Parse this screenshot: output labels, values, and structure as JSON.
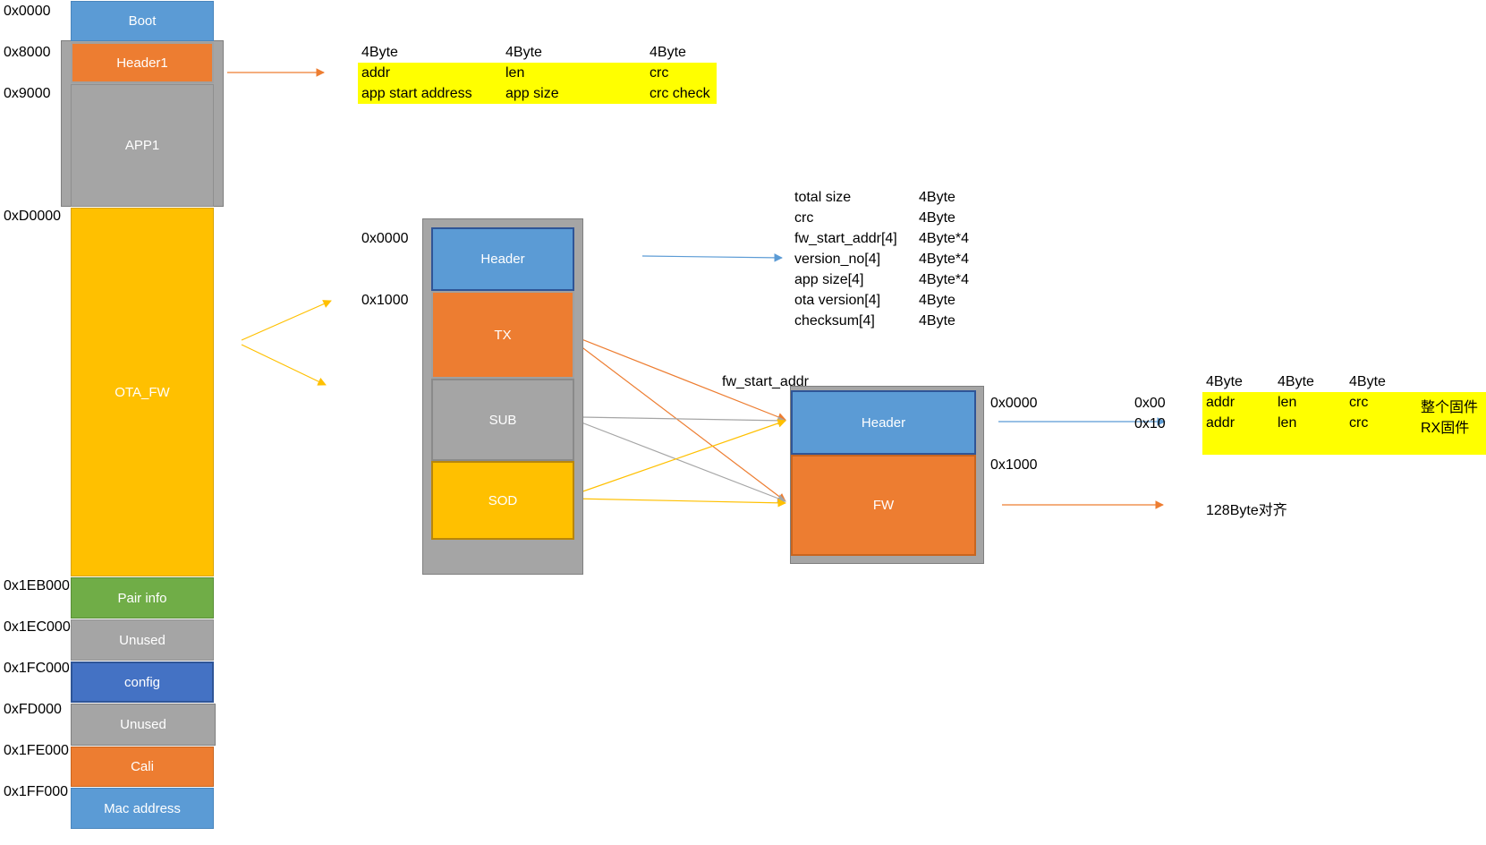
{
  "colors": {
    "blue": "#5b9bd5",
    "orange": "#ed7d31",
    "gray": "#a5a5a5",
    "gold": "#ffc000",
    "green": "#70ad47",
    "darkblue": "#4472c4",
    "yellow_highlight": "#ffff00"
  },
  "memory_map": {
    "addresses": [
      "0x0000",
      "0x8000",
      "0x9000",
      "0xD0000",
      "0x1EB000",
      "0x1EC000",
      "0x1FC000",
      "0xFD000",
      "0x1FE000",
      "0x1FF000"
    ],
    "blocks": {
      "boot": "Boot",
      "header1": "Header1",
      "app1": "APP1",
      "ota_fw": "OTA_FW",
      "pair_info": "Pair info",
      "unused1": "Unused",
      "config": "config",
      "unused2": "Unused",
      "cali": "Cali",
      "mac": "Mac address"
    }
  },
  "header1_table": {
    "sizes": [
      "4Byte",
      "4Byte",
      "4Byte"
    ],
    "fields": [
      "addr",
      "len",
      "crc"
    ],
    "descriptions": [
      "app start address",
      "app size",
      "crc check"
    ]
  },
  "ota_package": {
    "addresses": [
      "0x0000",
      "0x1000"
    ],
    "blocks": {
      "header": "Header",
      "tx": "TX",
      "sub": "SUB",
      "sod": "SOD"
    }
  },
  "ota_header_fields": [
    {
      "name": "total size",
      "size": "4Byte"
    },
    {
      "name": "crc",
      "size": "4Byte"
    },
    {
      "name": "fw_start_addr[4]",
      "size": "4Byte*4"
    },
    {
      "name": "version_no[4]",
      "size": "4Byte*4"
    },
    {
      "name": "app size[4]",
      "size": "4Byte*4"
    },
    {
      "name": "ota version[4]",
      "size": "4Byte"
    },
    {
      "name": "checksum[4]",
      "size": "4Byte"
    }
  ],
  "fw_start_addr_label": "fw_start_addr",
  "fw_image": {
    "addresses": [
      "0x0000",
      "0x1000"
    ],
    "blocks": {
      "header": "Header",
      "fw": "FW"
    }
  },
  "fw_header_table": {
    "offsets": [
      "0x00",
      "0x10"
    ],
    "sizes": [
      "4Byte",
      "4Byte",
      "4Byte"
    ],
    "rows": [
      {
        "addr": "addr",
        "len": "len",
        "crc": "crc",
        "desc": "整个固件"
      },
      {
        "addr": "addr",
        "len": "len",
        "crc": "crc",
        "desc": "RX固件"
      }
    ]
  },
  "alignment_note": "128Byte对齐"
}
